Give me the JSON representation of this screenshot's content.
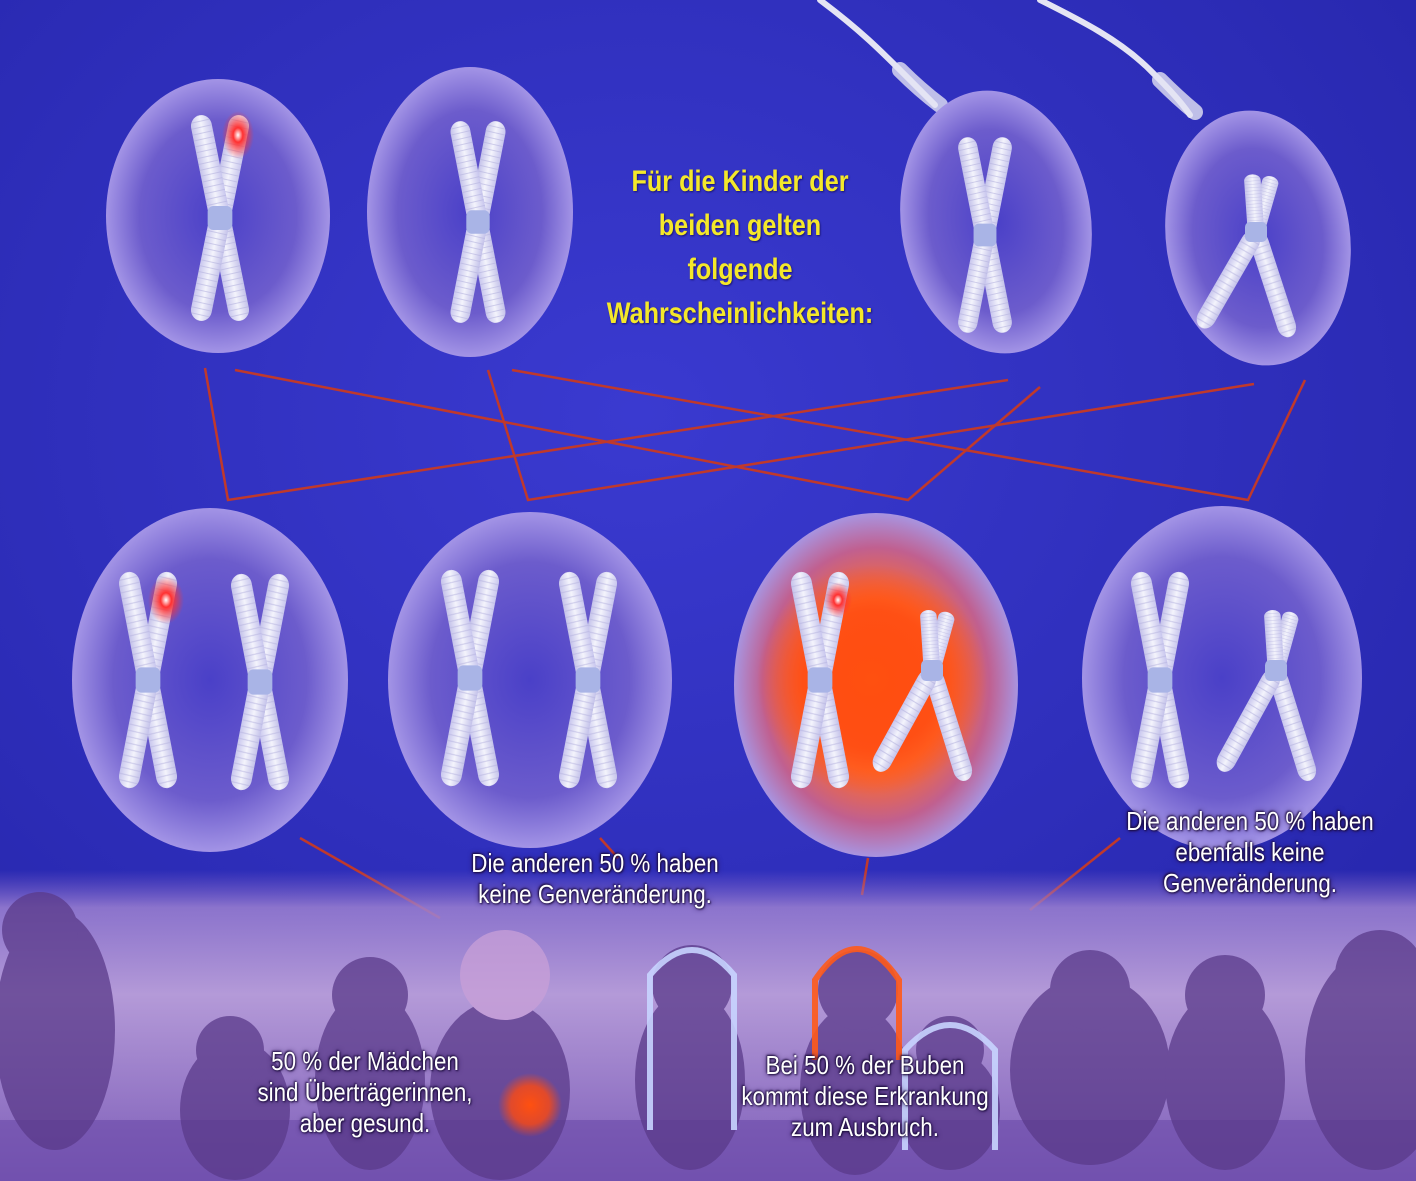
{
  "heading": {
    "lines": [
      "Für die Kinder der",
      "beiden gelten",
      "folgende",
      "Wahrscheinlichkeiten:"
    ]
  },
  "captions": {
    "carriers": [
      "50 % der Mädchen",
      "sind Überträgerinnen,",
      "aber gesund."
    ],
    "girls_healthy": [
      "Die anderen 50 % haben",
      "keine Genveränderung."
    ],
    "boys_affected": [
      "Bei 50 % der Buben",
      "kommt diese Erkrankung",
      "zum Ausbruch."
    ],
    "boys_healthy": [
      "Die anderen 50 % haben",
      "ebenfalls keine",
      "Genveränderung."
    ]
  },
  "colors": {
    "background": "#2c2fc2",
    "heading_text": "#f4e82a",
    "connector_lines": "#c0392b",
    "mutation_marker": "#ff2a2a",
    "affected_glow": "#ff5a1a",
    "cell": "#8a7cd8",
    "chromosome": "#e6e8f4"
  },
  "icons": {
    "parent_cells": [
      "mother-egg-x-mutated-icon",
      "mother-egg-x-icon",
      "father-sperm-x-icon",
      "father-sperm-y-icon"
    ],
    "child_cells": [
      "daughter-carrier-xx-icon",
      "daughter-healthy-xx-icon",
      "son-affected-xy-icon",
      "son-healthy-xy-icon"
    ],
    "photo": "children-group-photo"
  }
}
